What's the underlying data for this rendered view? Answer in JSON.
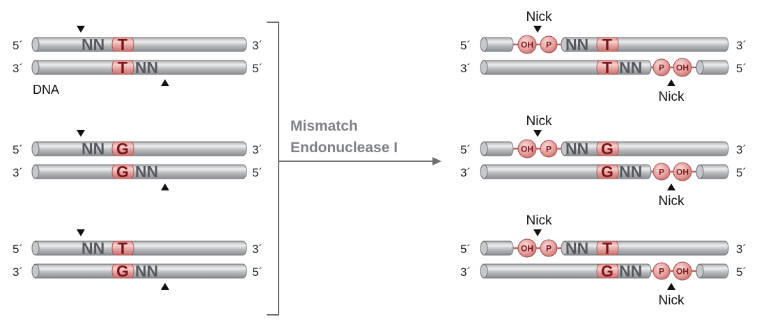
{
  "labels": {
    "five_prime": "5´",
    "three_prime": "3´",
    "dna": "DNA",
    "nick": "Nick",
    "enzyme_line1": "Mismatch",
    "enzyme_line2": "Endonuclease I",
    "oh": "OH",
    "p": "P",
    "n": "NN"
  },
  "substrates": [
    {
      "top_mismatch": "T",
      "bottom_mismatch": "T"
    },
    {
      "top_mismatch": "G",
      "bottom_mismatch": "G"
    },
    {
      "top_mismatch": "T",
      "bottom_mismatch": "G"
    }
  ],
  "products": [
    {
      "top_mismatch": "T",
      "bottom_mismatch": "T"
    },
    {
      "top_mismatch": "G",
      "bottom_mismatch": "G"
    },
    {
      "top_mismatch": "T",
      "bottom_mismatch": "G"
    }
  ],
  "colors": {
    "strand_light": "#e6e7e8",
    "strand_mid": "#b6b8bb",
    "strand_dark": "#8f9296",
    "mismatch_fill": "#e9aaa8",
    "group_fill": "#e7a3a1",
    "arrow": "#6d6f72"
  }
}
